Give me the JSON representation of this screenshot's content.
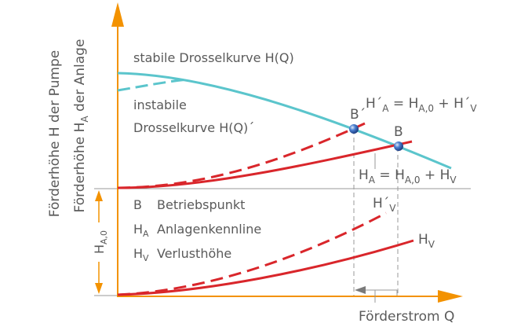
{
  "colors": {
    "axis": "#f39200",
    "pump_curve": "#5bc5cc",
    "system_curve": "#d9262b",
    "guide": "#9a9a9a",
    "text": "#5a5a5a",
    "point": "#2a63b8"
  },
  "axes": {
    "y_label_pump": "Förderhöhe H der Pumpe",
    "y_label_system_main": "Förderhöhe H",
    "y_label_system_sub": "A",
    "y_label_system_rest": " der Anlage",
    "x_label": "Förderstrom Q"
  },
  "curves": {
    "stable_label": "stabile Drosselkurve H(Q)",
    "unstable_label_line1": "instabile",
    "unstable_label_line2": "Drosselkurve H(Q)´"
  },
  "equations": {
    "prime_point": "B´",
    "prime_eq_lhs": "H´",
    "prime_eq_lhs_sub": "A",
    "prime_eq_mid": " = H",
    "prime_eq_mid_sub": "A,0",
    "prime_eq_plus": " + H´",
    "prime_eq_rhs_sub": "V",
    "point": "B",
    "eq_lhs": "H",
    "eq_lhs_sub": "A",
    "eq_mid": " = H",
    "eq_mid_sub": "A,0",
    "eq_plus": " + H",
    "eq_rhs_sub": "V"
  },
  "legend": {
    "items": [
      {
        "symbol": "B",
        "symbol_sub": "",
        "text": "Betriebspunkt"
      },
      {
        "symbol": "H",
        "symbol_sub": "A",
        "text": "Anlagenkennline"
      },
      {
        "symbol": "H",
        "symbol_sub": "V",
        "text": "Verlusthöhe"
      }
    ]
  },
  "lower": {
    "hv_prime_label": "H´",
    "hv_prime_sub": "V",
    "hv_label": "H",
    "hv_sub": "V",
    "ha0_label": "H",
    "ha0_sub": "A,0"
  },
  "chart_data": {
    "type": "line",
    "title": "",
    "xlabel": "Förderstrom Q",
    "ylabel": "Förderhöhe H der Pumpe / Förderhöhe H_A der Anlage",
    "grid": false,
    "series": [
      {
        "name": "stabile Drosselkurve H(Q)",
        "style": "solid",
        "color": "#5bc5cc"
      },
      {
        "name": "instabile Drosselkurve H(Q)´",
        "style": "dashed",
        "color": "#5bc5cc"
      },
      {
        "name": "H_A = H_A,0 + H_V",
        "style": "solid",
        "color": "#d9262b"
      },
      {
        "name": "H´_A = H_A,0 + H´_V",
        "style": "dashed",
        "color": "#d9262b"
      },
      {
        "name": "H_V",
        "style": "solid",
        "color": "#d9262b"
      },
      {
        "name": "H´_V",
        "style": "dashed",
        "color": "#d9262b"
      }
    ],
    "points": [
      {
        "name": "B",
        "description": "Betriebspunkt (operating point)"
      },
      {
        "name": "B´",
        "description": "shifted operating point"
      }
    ],
    "annotations": [
      "H_A,0 (static head)",
      "arrow indicating decrease of Förderstrom from B to B´"
    ]
  }
}
